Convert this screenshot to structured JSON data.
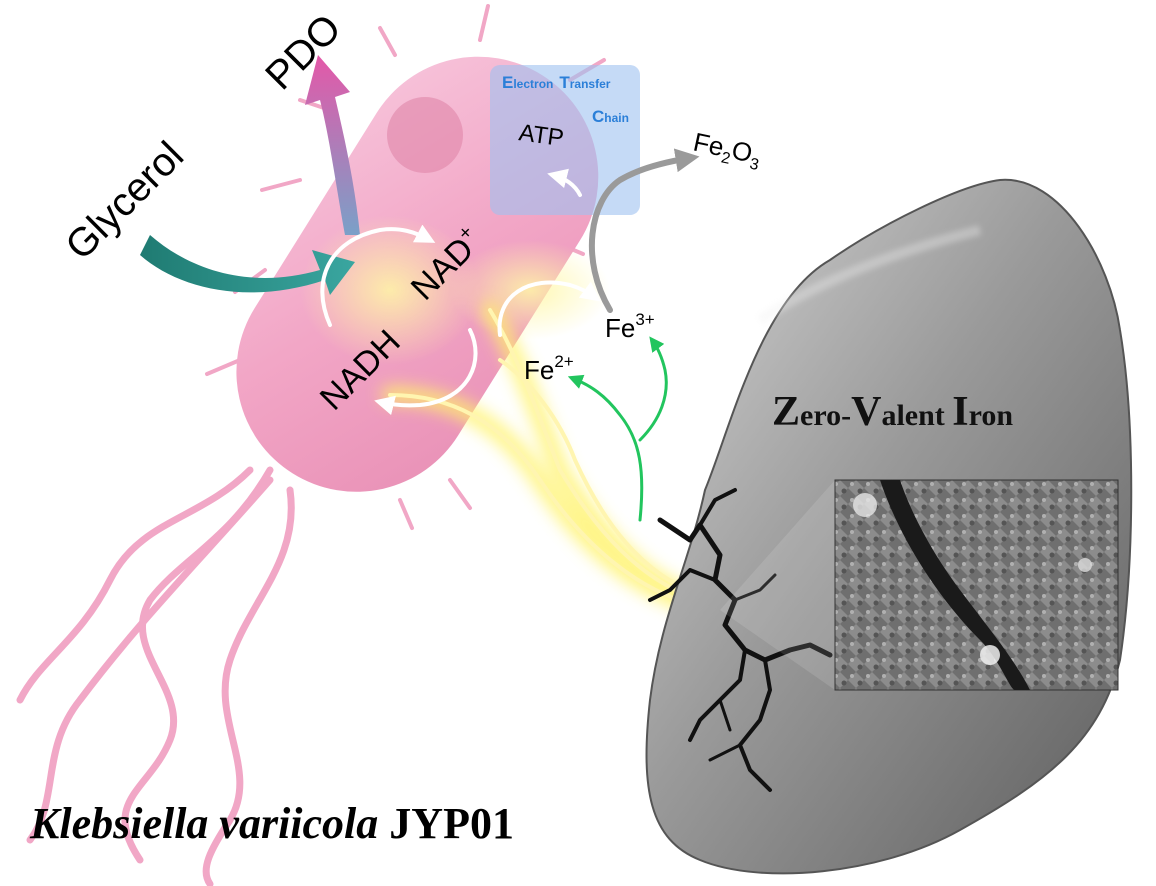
{
  "labels": {
    "pdo": "PDO",
    "glycerol": "Glycerol",
    "nadh": "NADH",
    "nad": "NAD",
    "nad_sup": "+",
    "atp": "ATP",
    "etc_e": "E",
    "etc_lectron": "lectron",
    "etc_t": "T",
    "etc_ransfer": "ransfer",
    "etc_c": "C",
    "etc_hain": "hain",
    "fe2o3_fe": "Fe",
    "fe2o3_2": "2",
    "fe2o3_o": "O",
    "fe2o3_3": "3",
    "fe3_base": "Fe",
    "fe3_sup": "3+",
    "fe2_base": "Fe",
    "fe2_sup": "2+",
    "zvi_z": "Z",
    "zvi_ero": "ero-",
    "zvi_v": "V",
    "zvi_alent": "alent ",
    "zvi_i": "I",
    "zvi_ron": "ron",
    "organism_italic": "Klebsiella variicola",
    "organism_strain": " JYP01"
  },
  "colors": {
    "cell_body": "#f2a9c8",
    "etc_box": "#a9c8f0",
    "etc_text": "#2b7fd8",
    "iron": "#8a8a8a",
    "green_arrow": "#22c55e",
    "gray_arrow": "#9a9a9a",
    "glycerol_arrow": "#2f8f86",
    "pdo_arrow": "#e05aa6",
    "glow": "#fff27a"
  }
}
